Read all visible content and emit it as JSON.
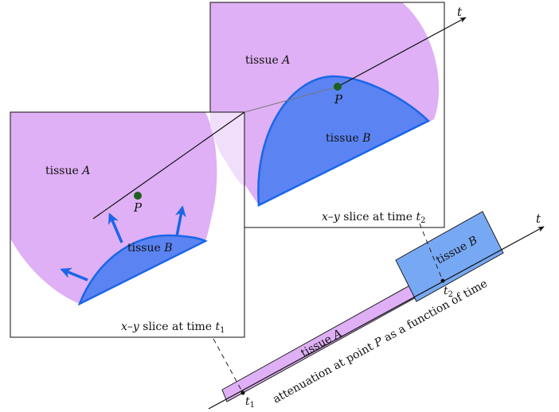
{
  "colors": {
    "tissue_a": "#dfb0f5",
    "tissue_b": "#5b84f2",
    "tissue_b_light": "#77a8f4",
    "outline": "#1a66e8",
    "point": "#1f5f1f",
    "frame": "#222222",
    "arrow_blue": "#1a66e8"
  },
  "slice_front": {
    "tissue_a_label": "tissue",
    "tissue_a_var": "A",
    "tissue_b_label": "tissue",
    "tissue_b_var": "B",
    "point_label": "P",
    "caption_vars": "x–y",
    "caption_text": "slice at time",
    "caption_time": "t",
    "caption_sub": "1",
    "arrow_count": 3
  },
  "slice_back": {
    "tissue_a_label": "tissue",
    "tissue_a_var": "A",
    "tissue_b_label": "tissue",
    "tissue_b_var": "B",
    "point_label": "P",
    "caption_vars": "x–y",
    "caption_text": "slice at time",
    "caption_time": "t",
    "caption_sub": "2"
  },
  "time_axis_label": "t",
  "timeline": {
    "axis_label": "t",
    "tick1_label": "t",
    "tick1_sub": "1",
    "tick2_label": "t",
    "tick2_sub": "2",
    "segment_a_label": "tissue",
    "segment_a_var": "A",
    "segment_b_label": "tissue",
    "segment_b_var": "B",
    "caption_pre": "attenuation at point",
    "caption_var": "P",
    "caption_post": "as a function of time"
  }
}
